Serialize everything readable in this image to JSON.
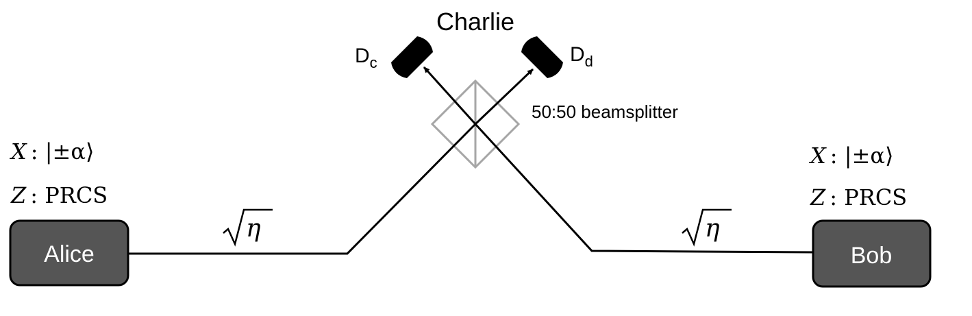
{
  "title": "Charlie",
  "beamsplitter_label": "50:50 beamsplitter",
  "detectors": {
    "left": {
      "base": "D",
      "sub": "c"
    },
    "right": {
      "base": "D",
      "sub": "d"
    }
  },
  "parties": {
    "alice": {
      "name": "Alice",
      "x_label": "X",
      "x_state": ": |±α⟩",
      "z_label": "Z",
      "z_state": ": PRCS"
    },
    "bob": {
      "name": "Bob",
      "x_label": "X",
      "x_state": ": |±α⟩",
      "z_label": "Z",
      "z_state": ": PRCS"
    }
  },
  "channel": {
    "left_label": "η",
    "right_label": "η"
  },
  "colors": {
    "box_fill": "#555555",
    "box_stroke": "#000000",
    "line": "#000000",
    "beamsplitter": "#a6a6a6",
    "detector": "#000000",
    "box_text": "#ffffff"
  },
  "icons": {
    "left_detector": "photodetector-icon",
    "right_detector": "photodetector-icon"
  }
}
